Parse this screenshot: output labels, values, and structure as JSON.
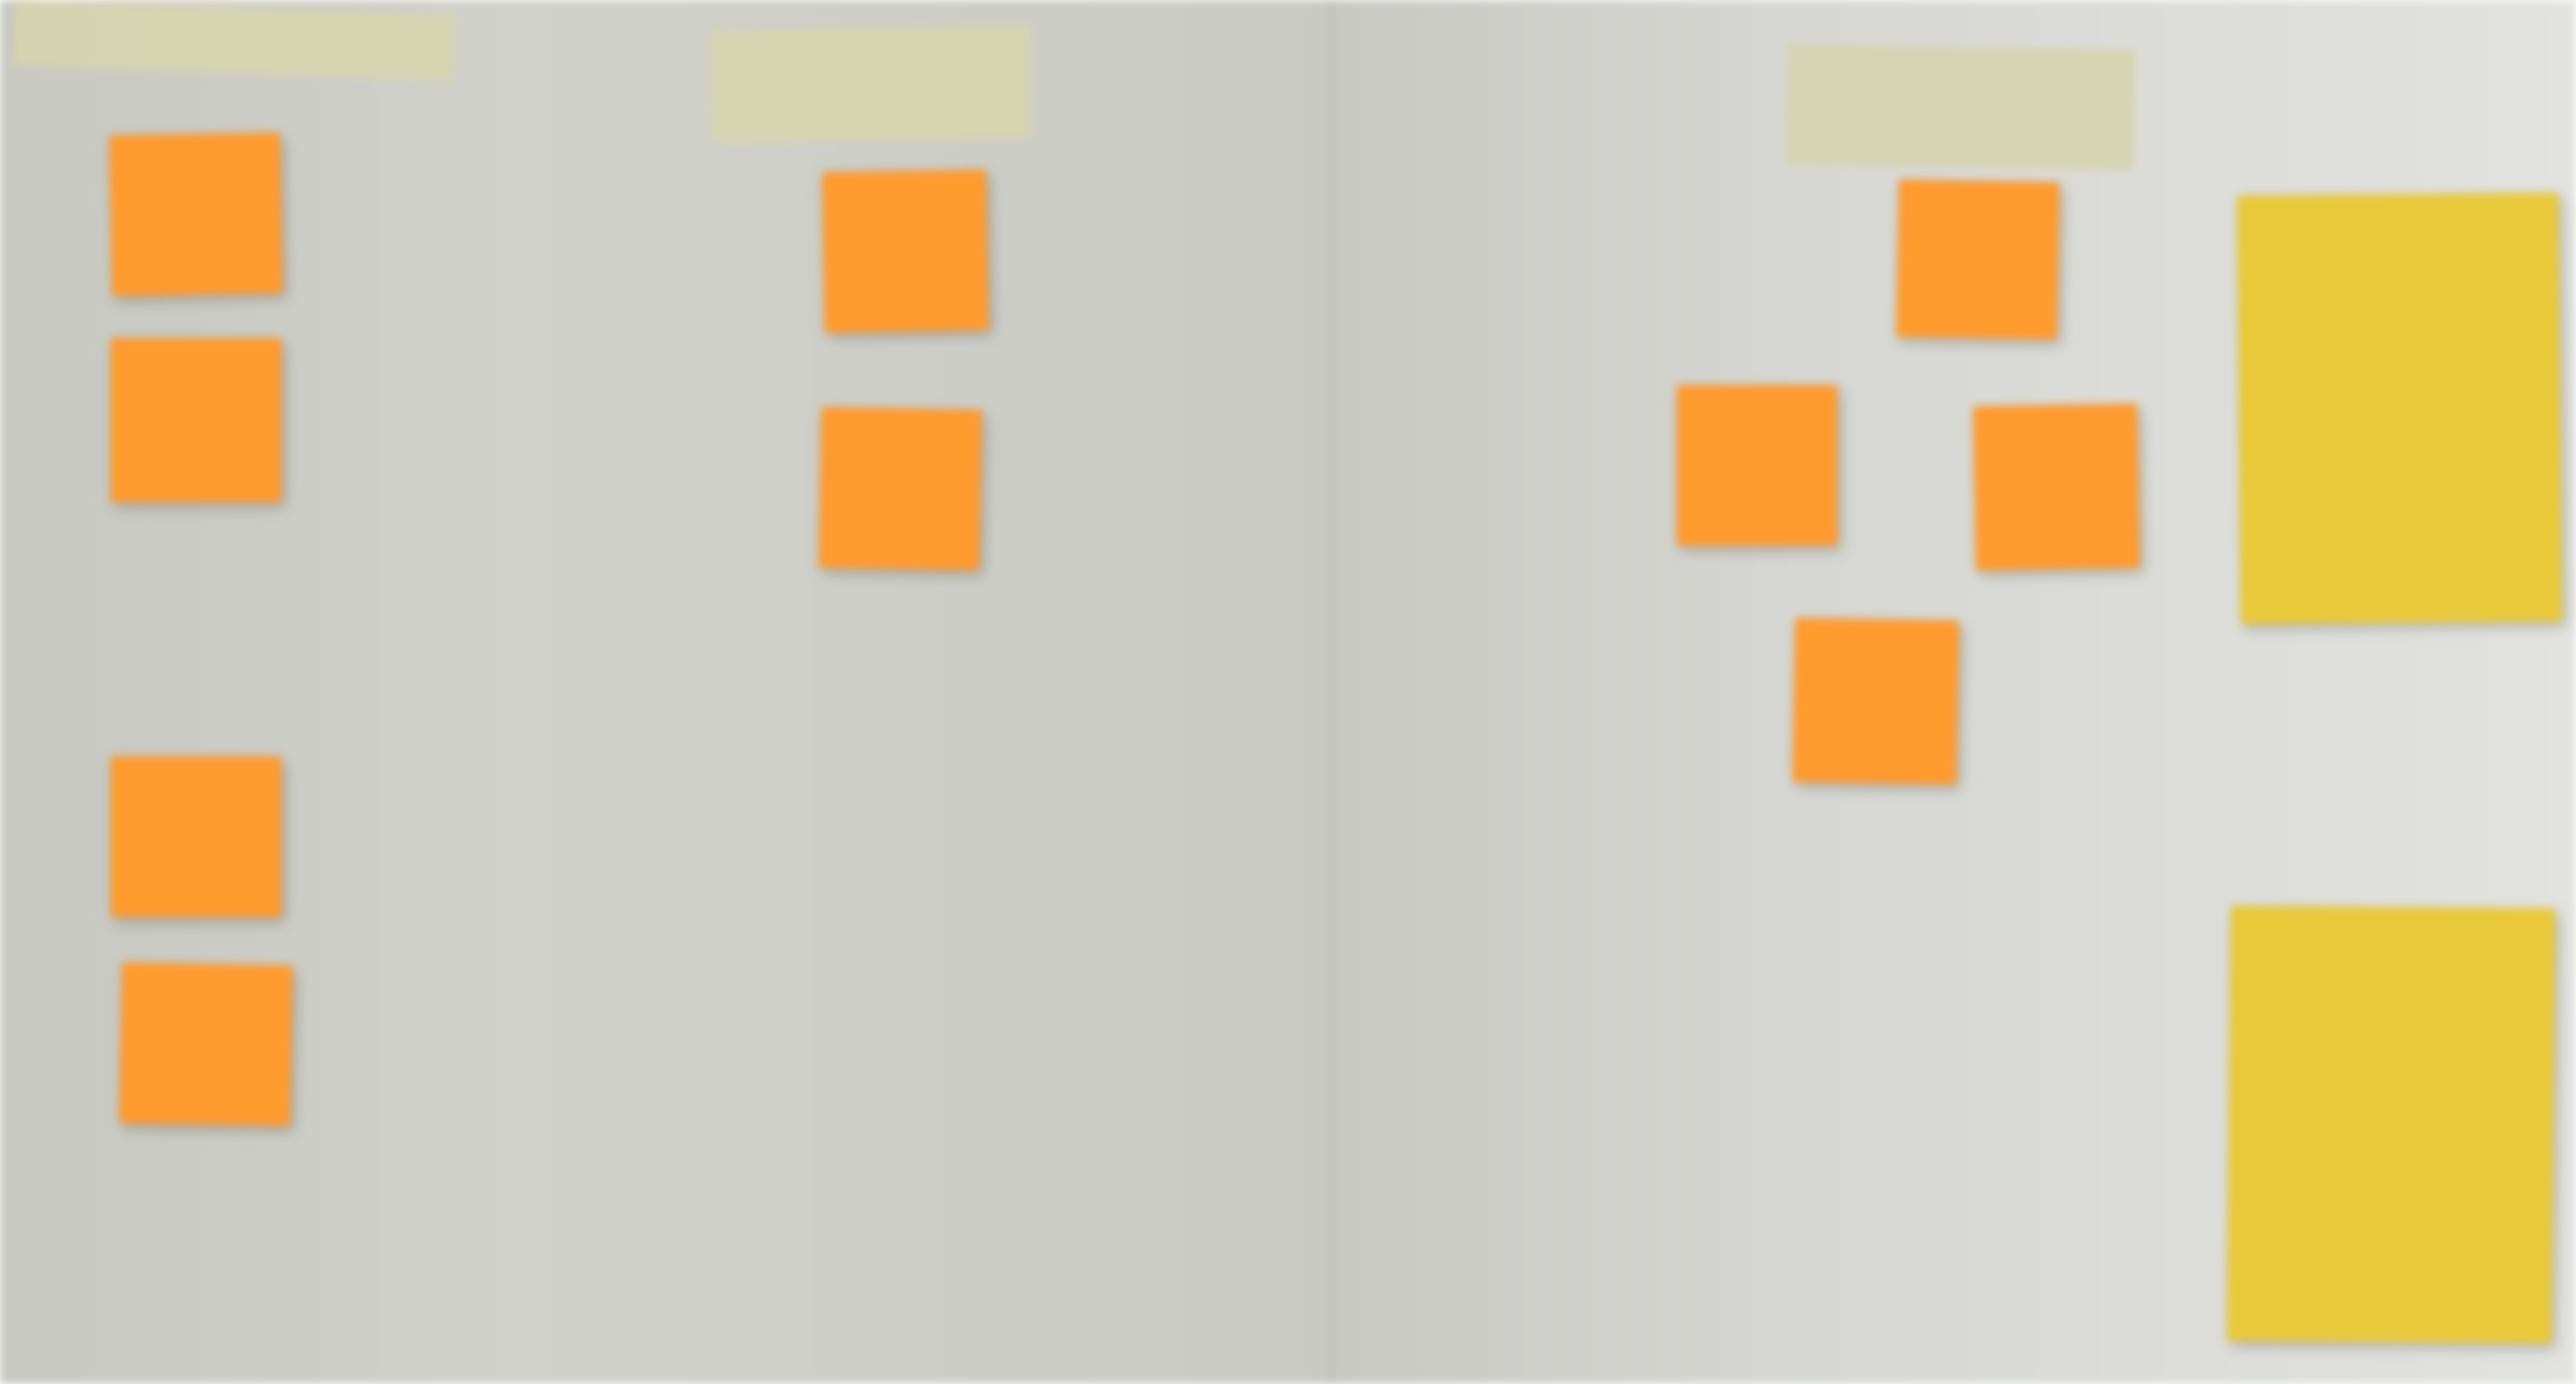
{
  "board": {
    "accent_orange": "#ff9a2e",
    "accent_yellow": "#e9c93a",
    "tape_color": "#d6d3b0",
    "background": "#cbccc6"
  },
  "headers": [
    {
      "text": ""
    },
    {
      "text": ""
    },
    {
      "text": ""
    }
  ],
  "notes": [
    {
      "text": "",
      "color": "orange"
    },
    {
      "text": "",
      "color": "orange"
    },
    {
      "text": "",
      "color": "orange"
    },
    {
      "text": "",
      "color": "orange"
    },
    {
      "text": "",
      "color": "orange"
    },
    {
      "text": "",
      "color": "orange"
    },
    {
      "text": "",
      "color": "orange"
    },
    {
      "text": "",
      "color": "orange"
    },
    {
      "text": "",
      "color": "orange"
    },
    {
      "text": "",
      "color": "orange"
    },
    {
      "text": "",
      "color": "yellow"
    },
    {
      "text": "",
      "color": "yellow"
    }
  ]
}
